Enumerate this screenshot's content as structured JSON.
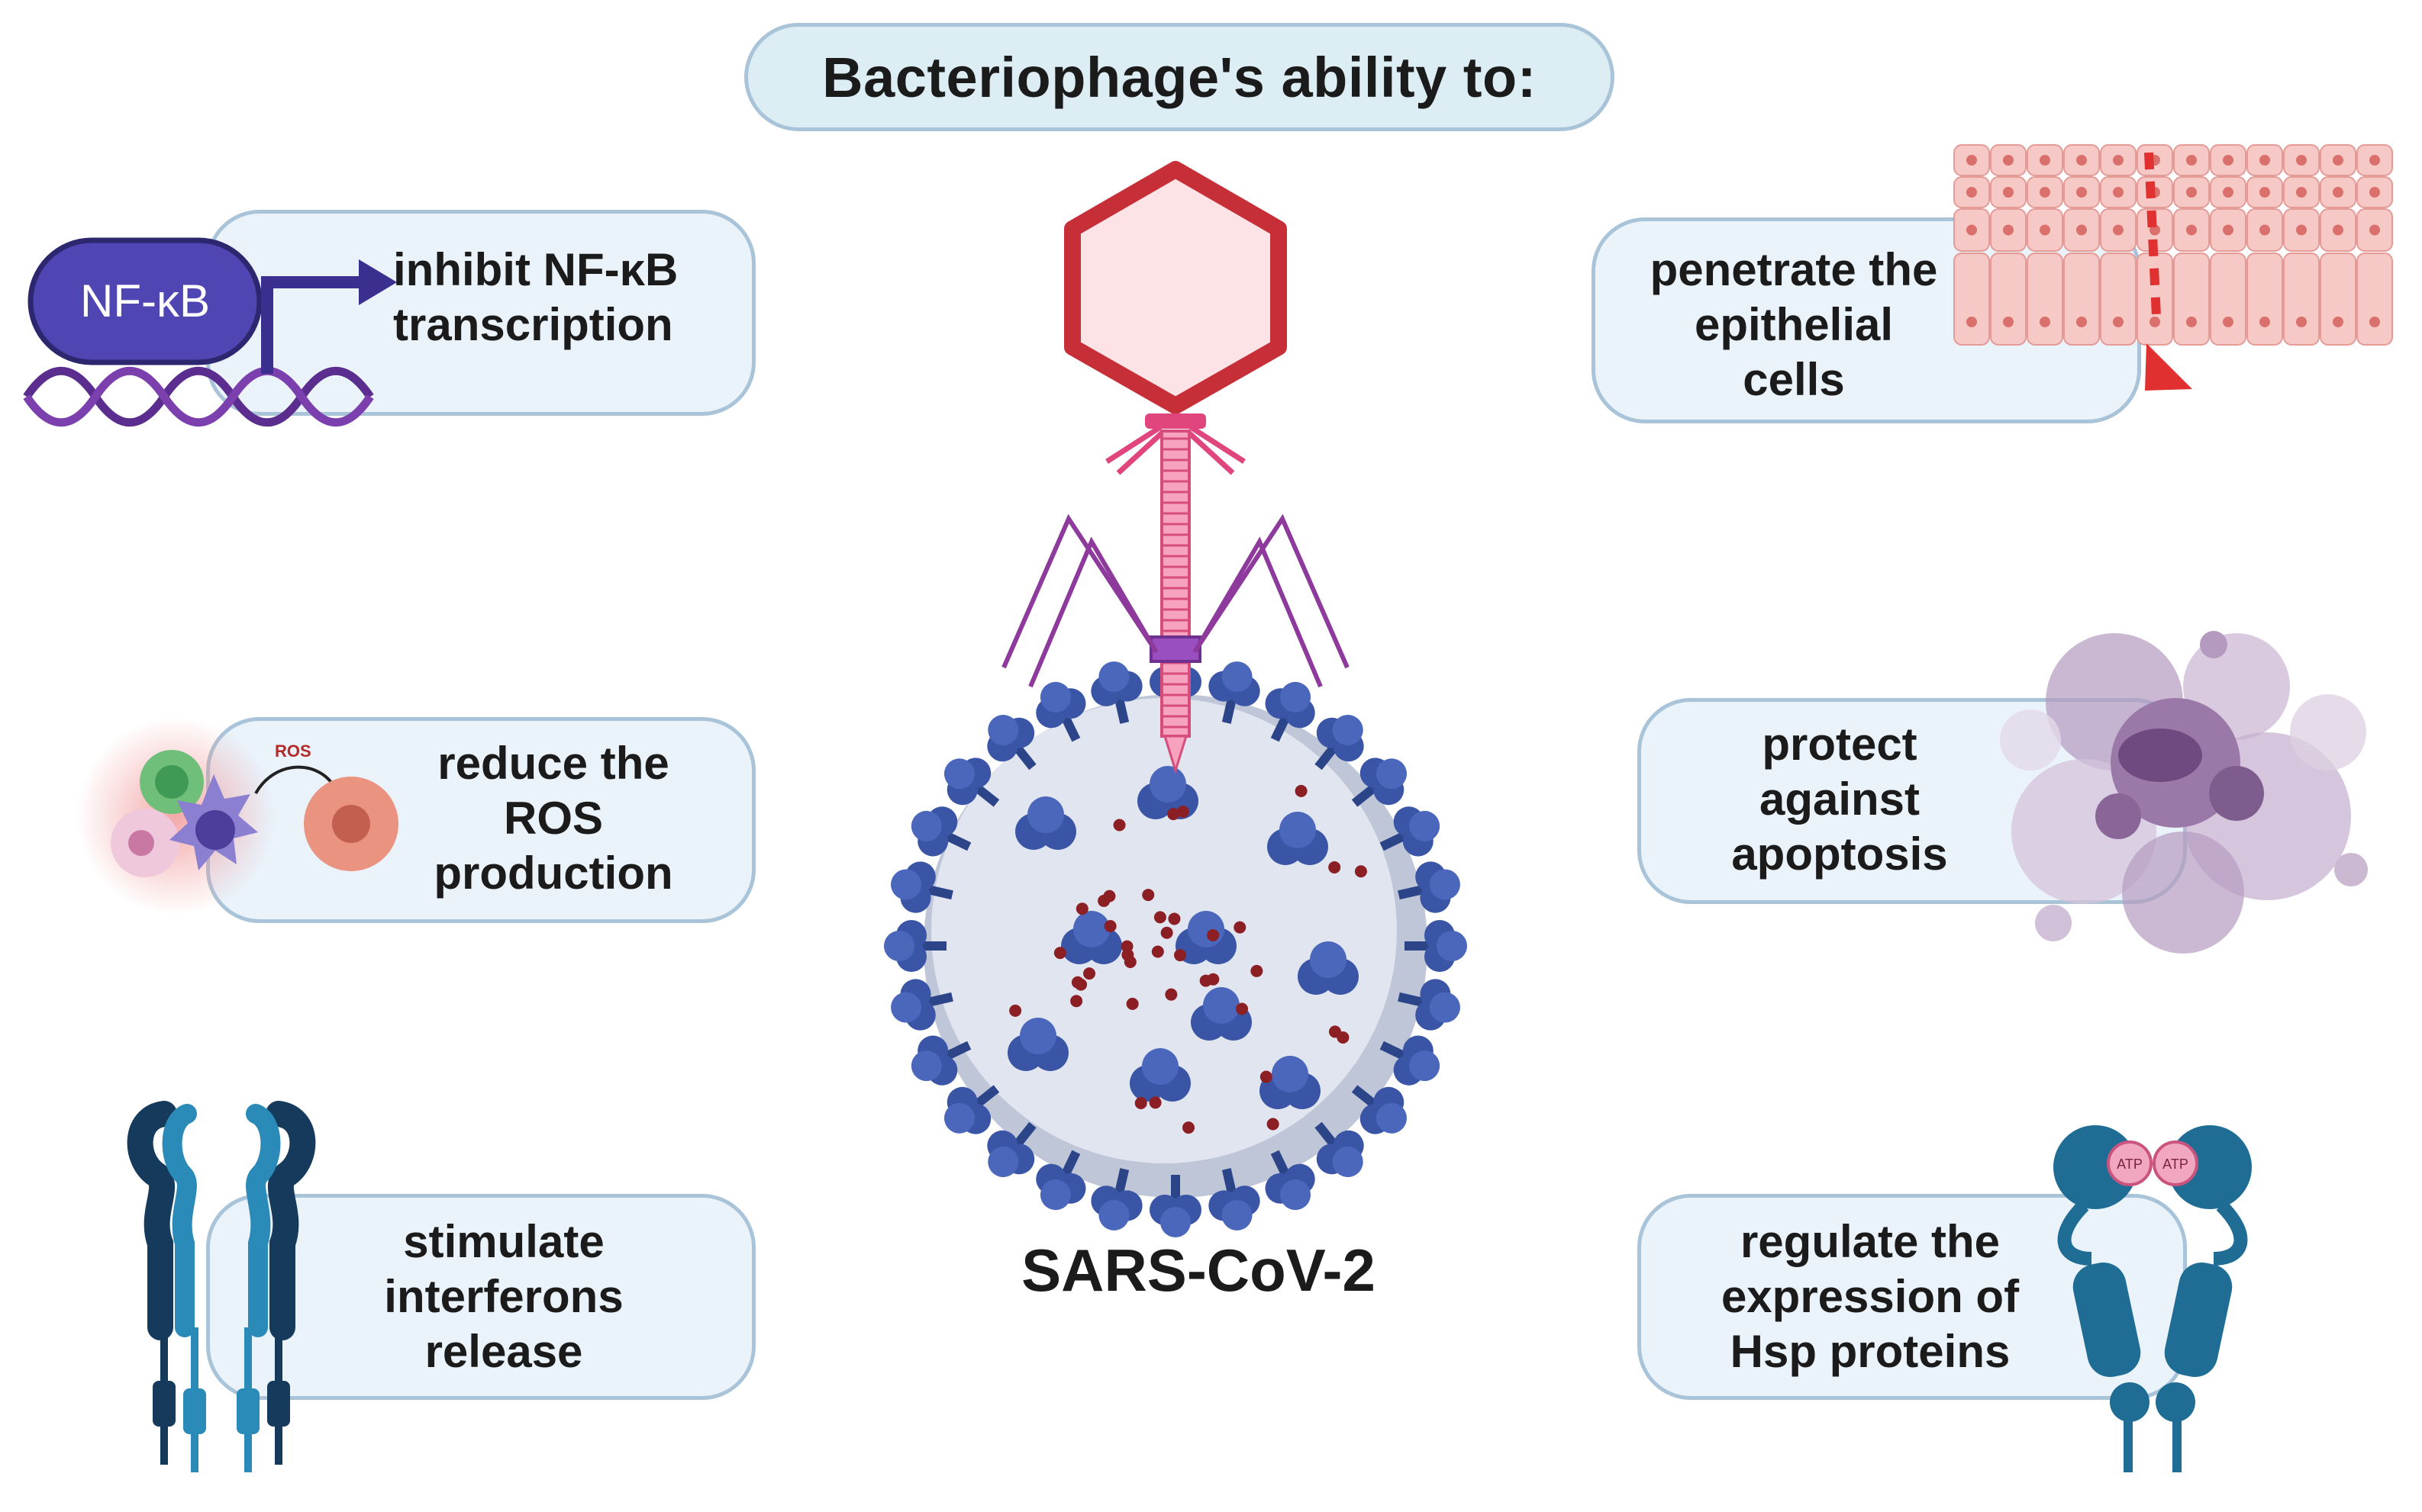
{
  "title": "Bacteriophage's ability to:",
  "center_label": "SARS-CoV-2",
  "abilities": {
    "nfkb": {
      "label": "inhibit NF-κB\ntranscription",
      "icon": "nfkb-dna-icon",
      "icon_text": "NF-κB"
    },
    "ros": {
      "label": "reduce the\nROS\nproduction",
      "icon": "immune-cells-ros-icon",
      "icon_text": "ROS"
    },
    "interferon": {
      "label": "stimulate\ninterferons\nrelease",
      "icon": "interferon-receptor-icon"
    },
    "epithelial": {
      "label": "penetrate the\nepithelial\ncells",
      "icon": "epithelial-layer-icon"
    },
    "apoptosis": {
      "label": "protect\nagainst\napoptosis",
      "icon": "apoptotic-cell-icon"
    },
    "hsp": {
      "label": "regulate the\nexpression of\nHsp proteins",
      "icon": "hsp-dimer-icon",
      "icon_text": "ATP"
    }
  },
  "colors": {
    "pill_fill": "#eaf2fa",
    "pill_border": "#a9c4d8",
    "title_fill": "#dcedf3",
    "phage_head": "#c62f37",
    "phage_tail": "#e58aa0",
    "phage_fibers": "#8d3a9c",
    "virus_body": "#cdd5e6",
    "spike": "#3a55a5",
    "nfkb": "#3a2f8f",
    "hsp": "#1f6d95"
  }
}
